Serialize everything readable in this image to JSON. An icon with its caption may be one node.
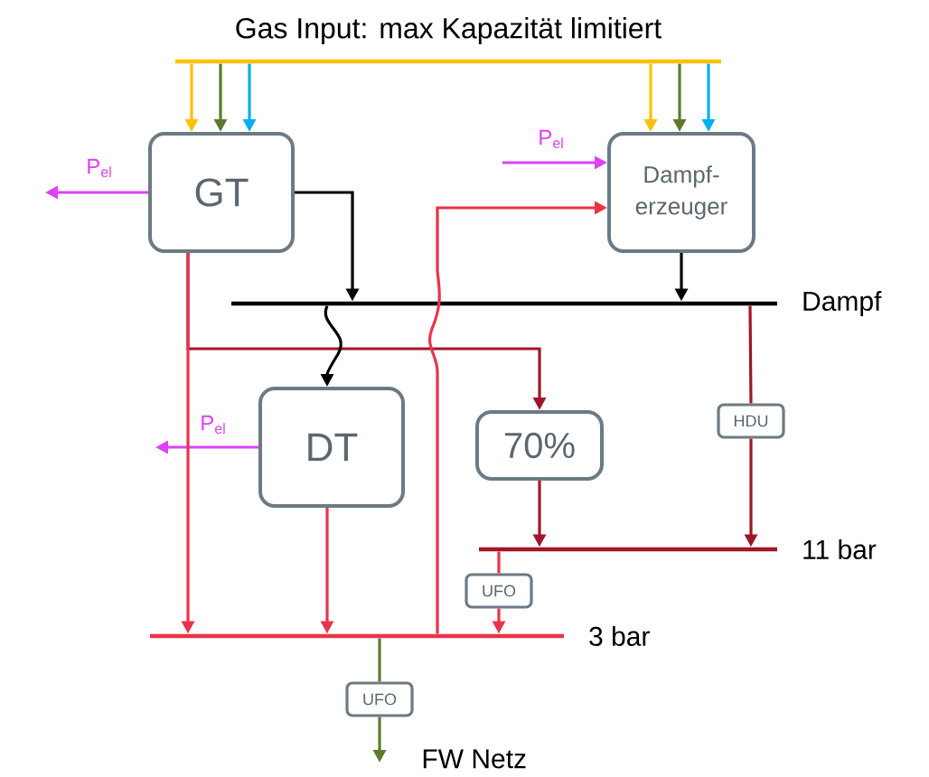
{
  "diagram": {
    "nodes": [
      {
        "text": [
          "Gas Input: max Kapazität limitiert"
        ]
      },
      {
        "text": [
          "GT"
        ]
      },
      {
        "text": [
          "Dampf- erzeuger"
        ]
      },
      {
        "text": [
          "Dampf"
        ]
      },
      {
        "text": [
          "DT"
        ]
      },
      {
        "text": [
          "70%"
        ]
      },
      {
        "text": [
          "HDU"
        ]
      },
      {
        "text": [
          "11 bar"
        ]
      },
      {
        "text": [
          "UFO"
        ]
      },
      {
        "text": [
          "3 bar"
        ]
      },
      {
        "text": [
          "UFO"
        ]
      },
      {
        "text": [
          "FW Netz"
        ]
      }
    ],
    "edges": [
      {
        "from": 0,
        "to": 1,
        "arrow": "to",
        "color": "#ffc000"
      },
      {
        "from": 0,
        "to": 1,
        "arrow": "to",
        "color": "#5e7a2c"
      },
      {
        "from": 0,
        "to": 1,
        "arrow": "to",
        "color": "#00b0f0"
      },
      {
        "from": 0,
        "to": 2,
        "arrow": "to",
        "color": "#ffc000"
      },
      {
        "from": 0,
        "to": 2,
        "arrow": "to",
        "color": "#5e7a2c"
      },
      {
        "from": 0,
        "to": 2,
        "arrow": "to",
        "color": "#00b0f0"
      },
      {
        "from": 1,
        "to": null,
        "arrow": "to",
        "color": "#e040fb",
        "label": "P$_{el}$"
      },
      {
        "from": null,
        "to": 2,
        "arrow": "to",
        "color": "#e040fb",
        "label": "P$_{el}$"
      },
      {
        "from": 4,
        "to": null,
        "arrow": "to",
        "color": "#e040fb",
        "label": "P$_{el}$"
      },
      {
        "from": 1,
        "to": 3,
        "arrow": "to",
        "color": "#000000"
      },
      {
        "from": 2,
        "to": 3,
        "arrow": "to",
        "color": "#000000"
      },
      {
        "from": 3,
        "to": 4,
        "arrow": "to",
        "color": "#000000"
      },
      {
        "from": 1,
        "to": 9,
        "arrow": "to",
        "color": "#e8344a"
      },
      {
        "from": 1,
        "to": 5,
        "arrow": "to",
        "color": "#a01628"
      },
      {
        "from": 4,
        "to": 9,
        "arrow": "to",
        "color": "#e8344a"
      },
      {
        "from": 9,
        "to": 2,
        "arrow": "to",
        "color": "#e8344a"
      },
      {
        "from": 3,
        "to": 6,
        "arrow": "none",
        "color": "#a01628"
      },
      {
        "from": 6,
        "to": 7,
        "arrow": "to",
        "color": "#a01628"
      },
      {
        "from": 5,
        "to": 7,
        "arrow": "to",
        "color": "#a01628"
      },
      {
        "from": 7,
        "to": 8,
        "arrow": "none",
        "color": "#e8344a"
      },
      {
        "from": 8,
        "to": 9,
        "arrow": "to",
        "color": "#e8344a"
      },
      {
        "from": 9,
        "to": 10,
        "arrow": "none",
        "color": "#5e7a2c"
      },
      {
        "from": 10,
        "to": 11,
        "arrow": "to",
        "color": "#5e7a2c"
      }
    ]
  }
}
